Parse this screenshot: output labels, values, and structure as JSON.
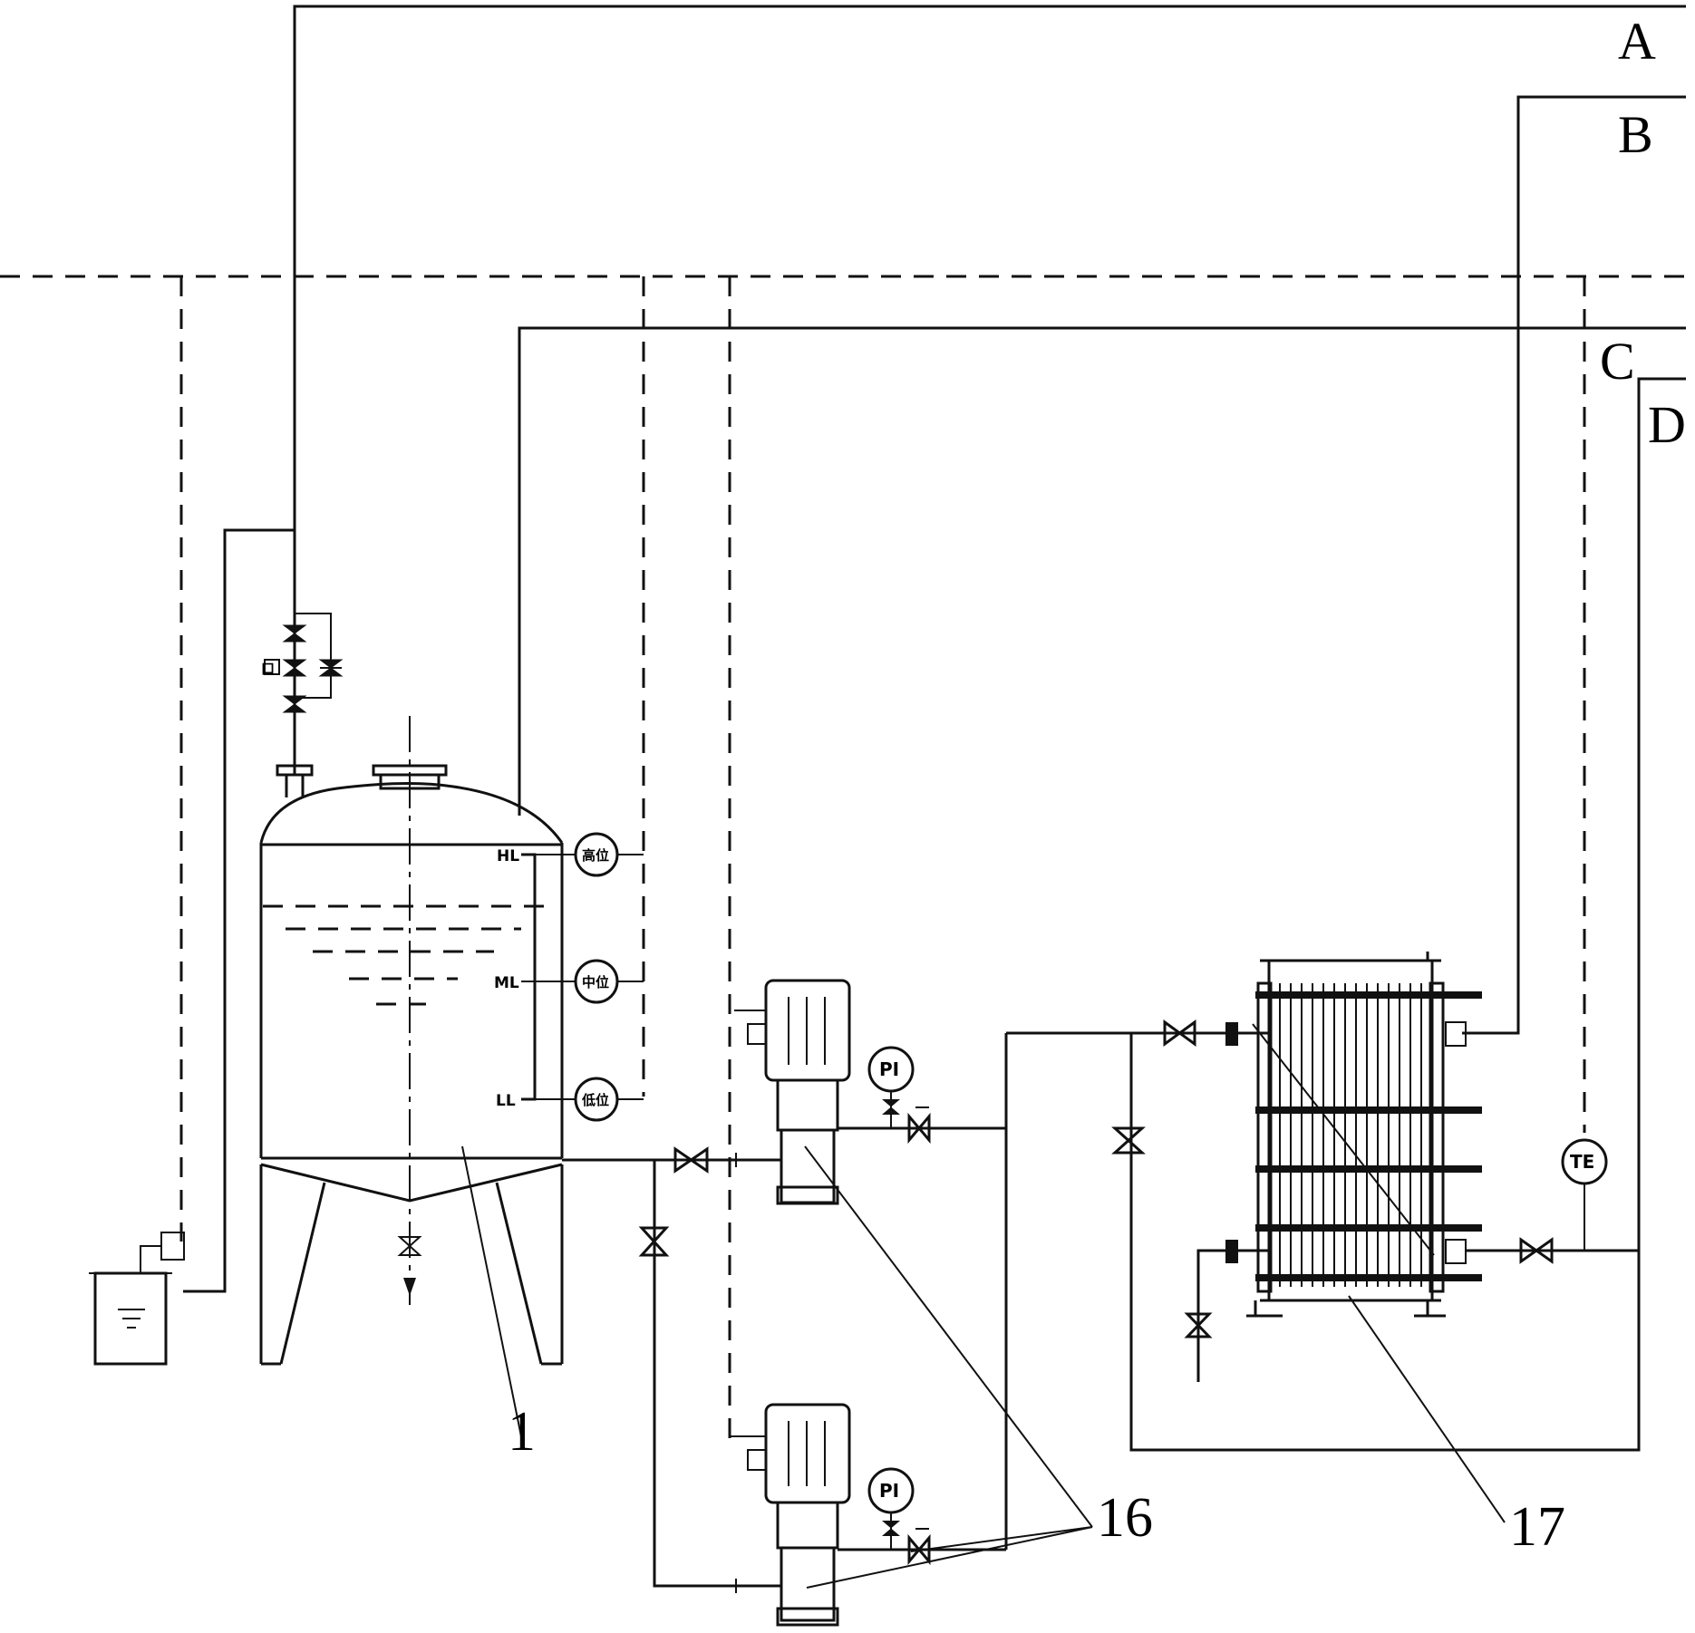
{
  "line_labels": {
    "a": "A",
    "b": "B",
    "c": "C",
    "d": "D"
  },
  "callouts": {
    "tank": "1",
    "pumps": "16",
    "exchanger": "17"
  },
  "level_tags": {
    "high": "HL",
    "mid": "ML",
    "low": "LL"
  },
  "level_switches": {
    "high": "高位",
    "mid": "中位",
    "low": "低位"
  },
  "instruments": {
    "pressure_1": "PI",
    "pressure_2": "PI",
    "temperature": "TE"
  },
  "valve_tag": "口"
}
